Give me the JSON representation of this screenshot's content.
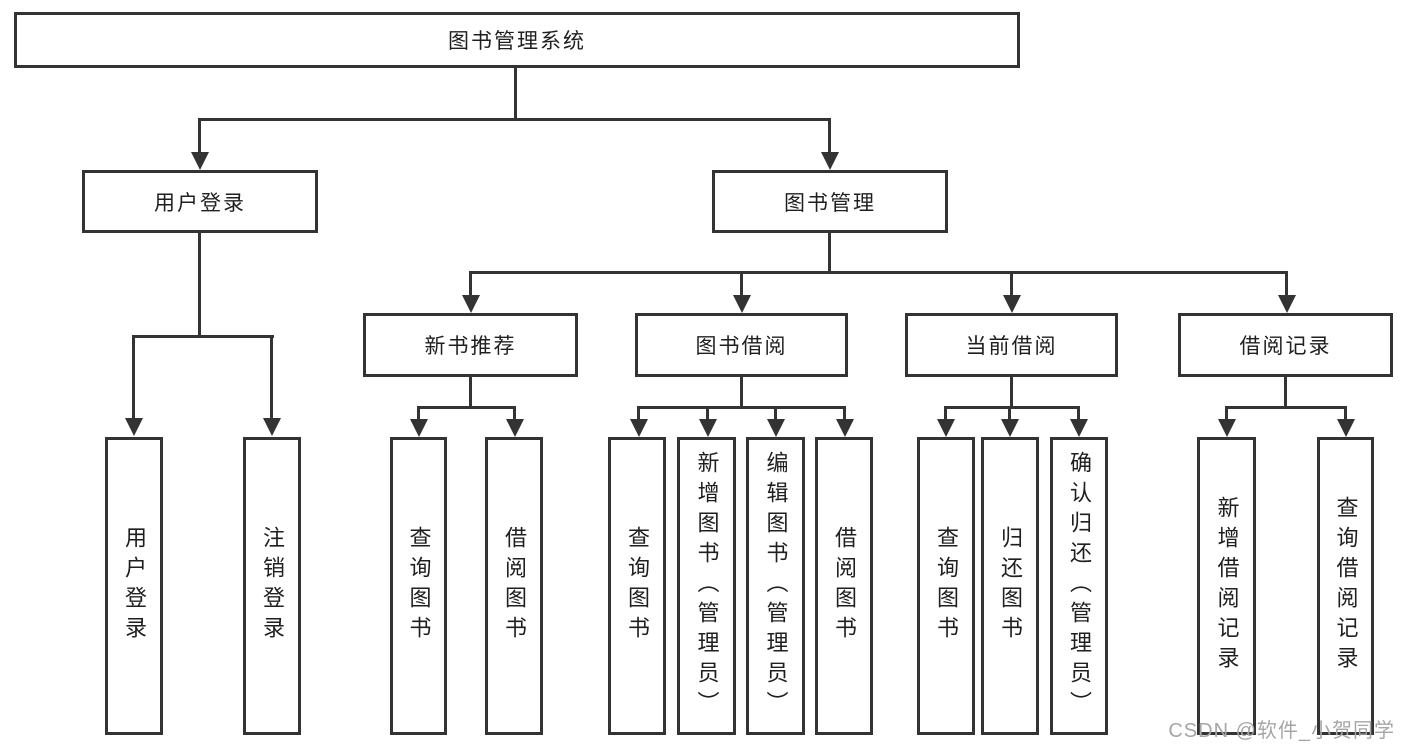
{
  "colors": {
    "line": "#333333",
    "text": "#1f1f1f",
    "background": "#ffffff",
    "watermark": "#a6a6a6"
  },
  "watermark": {
    "text": "CSDN @软件_小贺同学"
  },
  "tree": {
    "label": "图书管理系统",
    "children": [
      {
        "label": "用户登录",
        "children": [
          {
            "label": "用户登录"
          },
          {
            "label": "注销登录"
          }
        ]
      },
      {
        "label": "图书管理",
        "children": [
          {
            "label": "新书推荐",
            "children": [
              {
                "label": "查询图书"
              },
              {
                "label": "借阅图书"
              }
            ]
          },
          {
            "label": "图书借阅",
            "children": [
              {
                "label": "查询图书"
              },
              {
                "label": "新增图书（管理员）"
              },
              {
                "label": "编辑图书（管理员）"
              },
              {
                "label": "借阅图书"
              }
            ]
          },
          {
            "label": "当前借阅",
            "children": [
              {
                "label": "查询图书"
              },
              {
                "label": "归还图书"
              },
              {
                "label": "确认归还（管理员）"
              }
            ]
          },
          {
            "label": "借阅记录",
            "children": [
              {
                "label": "新增借阅记录"
              },
              {
                "label": "查询借阅记录"
              }
            ]
          }
        ]
      }
    ]
  }
}
